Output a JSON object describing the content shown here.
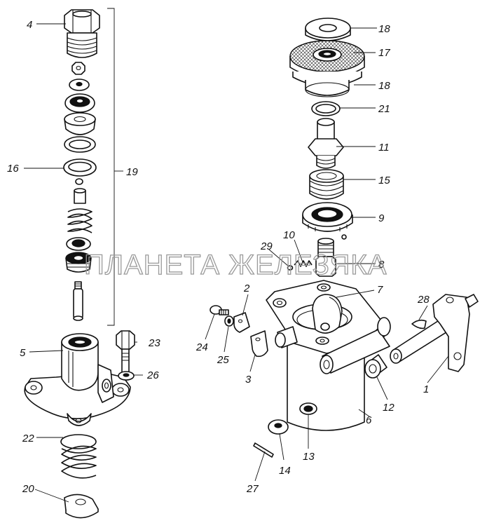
{
  "watermark": "ПЛАНЕТА ЖЕЛЕЗЯКА",
  "callouts": {
    "c1": "1",
    "c2": "2",
    "c3": "3",
    "c4": "4",
    "c5": "5",
    "c6": "6",
    "c7": "7",
    "c8": "8",
    "c9": "9",
    "c10": "10",
    "c11": "11",
    "c12": "12",
    "c13": "13",
    "c14": "14",
    "c15": "15",
    "c16": "16",
    "c17": "17",
    "c18a": "18",
    "c18b": "18",
    "c19": "19",
    "c20": "20",
    "c21": "21",
    "c22": "22",
    "c23": "23",
    "c24": "24",
    "c25": "25",
    "c26": "26",
    "c27": "27",
    "c28": "28",
    "c29": "29"
  }
}
